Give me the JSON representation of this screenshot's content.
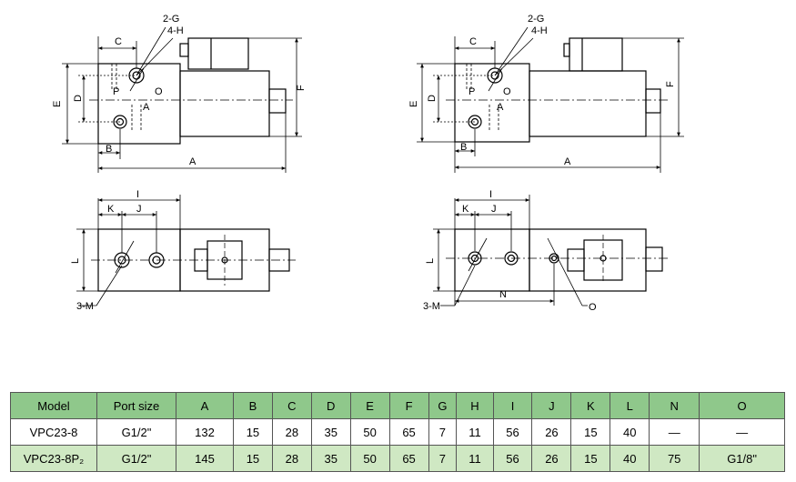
{
  "labels": {
    "A": "A",
    "B": "B",
    "C": "C",
    "D": "D",
    "E": "E",
    "F": "F",
    "G": "2-G",
    "H": "4-H",
    "I": "I",
    "J": "J",
    "K": "K",
    "L": "L",
    "M": "3-M",
    "N": "N",
    "O": "O",
    "P": "P",
    "A_port": "A",
    "O_port": "O"
  },
  "table": {
    "headers": [
      "Model",
      "Port size",
      "A",
      "B",
      "C",
      "D",
      "E",
      "F",
      "G",
      "H",
      "I",
      "J",
      "K",
      "L",
      "N",
      "O"
    ],
    "rows": [
      [
        "VPC23-8",
        "G1/2\"",
        "132",
        "15",
        "28",
        "35",
        "50",
        "65",
        "7",
        "11",
        "56",
        "26",
        "15",
        "40",
        "—",
        "—"
      ],
      [
        "VPC23-8P₂",
        "G1/2\"",
        "145",
        "15",
        "28",
        "35",
        "50",
        "65",
        "7",
        "11",
        "56",
        "26",
        "15",
        "40",
        "75",
        "G1/8\""
      ]
    ]
  }
}
